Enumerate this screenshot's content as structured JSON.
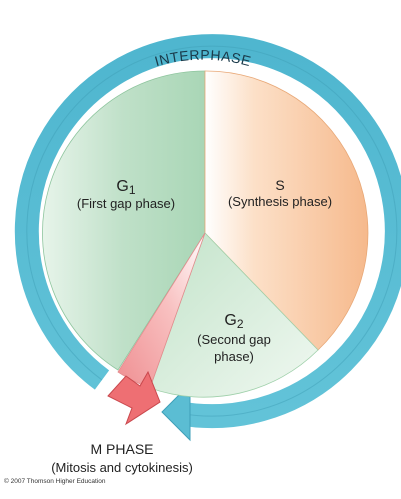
{
  "interphase": {
    "label": "INTERPHASE"
  },
  "g1": {
    "name": "G",
    "sub": "1",
    "desc": "(First gap phase)"
  },
  "s": {
    "name": "S",
    "desc": "(Synthesis phase)"
  },
  "g2": {
    "name": "G",
    "sub": "2",
    "line1": "(Second gap",
    "line2": "phase)"
  },
  "m": {
    "name": "M PHASE",
    "desc": "(Mitosis and cytokinesis)"
  },
  "credit": "© 2007 Thomson Higher Education",
  "colors": {
    "ring": "#5bbdd3",
    "g1": "#bfe0c8",
    "s": "#f6c29a",
    "g2": "#d2ecd6",
    "m": "#f4a6a6",
    "m_arrow": "#ee6f73"
  }
}
